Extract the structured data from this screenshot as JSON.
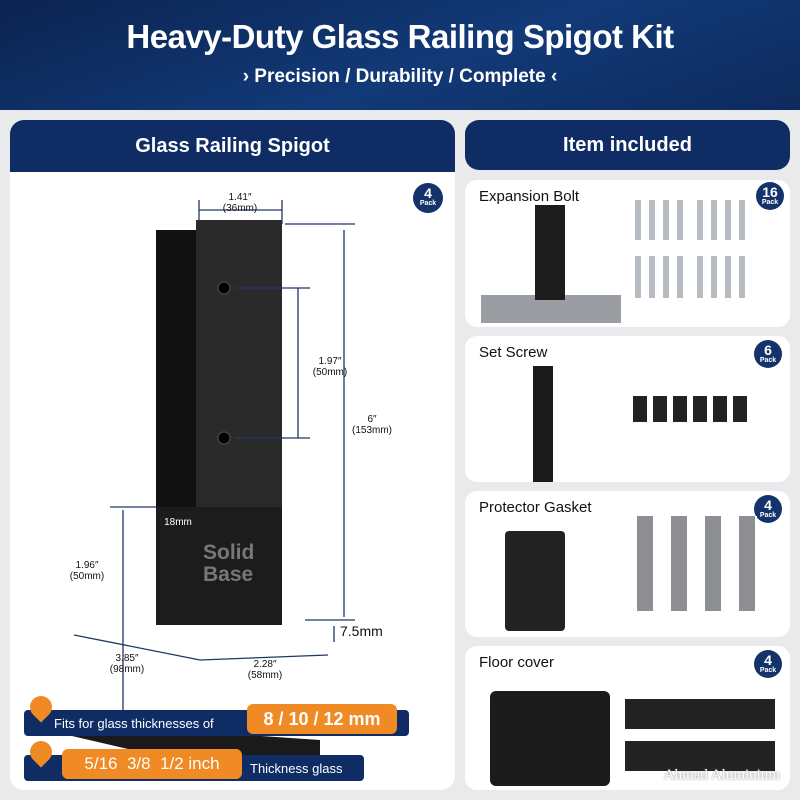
{
  "header": {
    "title": "Heavy-Duty Glass Railing Spigot Kit",
    "subtitle": "› Precision / Durability / Complete ‹"
  },
  "left_panel": {
    "title": "Glass Railing Spigot",
    "badge": {
      "count": "4",
      "label": "Pack"
    },
    "dims": {
      "width_top": "1.41″",
      "width_top_mm": "(36mm)",
      "hole_spacing": "1.97″",
      "hole_spacing_mm": "(50mm)",
      "height": "6″",
      "height_mm": "(153mm)",
      "slot": "18mm",
      "base_height": "1.96″",
      "base_height_mm": "(50mm)",
      "plate_thickness": "7.5mm",
      "plate_length": "3.85″",
      "plate_length_mm": "(98mm)",
      "plate_width": "2.28″",
      "plate_width_mm": "(58mm)"
    },
    "base_text_1": "Solid",
    "base_text_2": "Base",
    "fit": {
      "label": "Fits for glass thicknesses of",
      "values": "8 / 10 / 12 mm"
    },
    "thickness": {
      "values": "5/16  3/8  1/2 inch",
      "label": "Thickness glass"
    }
  },
  "right_panel": {
    "title": "Item included",
    "items": [
      {
        "name": "Expansion Bolt",
        "count": "16",
        "unit": "Pack"
      },
      {
        "name": "Set Screw",
        "count": "6",
        "unit": "Pack"
      },
      {
        "name": "Protector Gasket",
        "count": "4",
        "unit": "Pack"
      },
      {
        "name": "Floor cover",
        "count": "4",
        "unit": "Pack"
      }
    ]
  },
  "watermark": "Ahmad Aluminium",
  "colors": {
    "navy": "#0f2d64",
    "orange": "#f08a24"
  }
}
